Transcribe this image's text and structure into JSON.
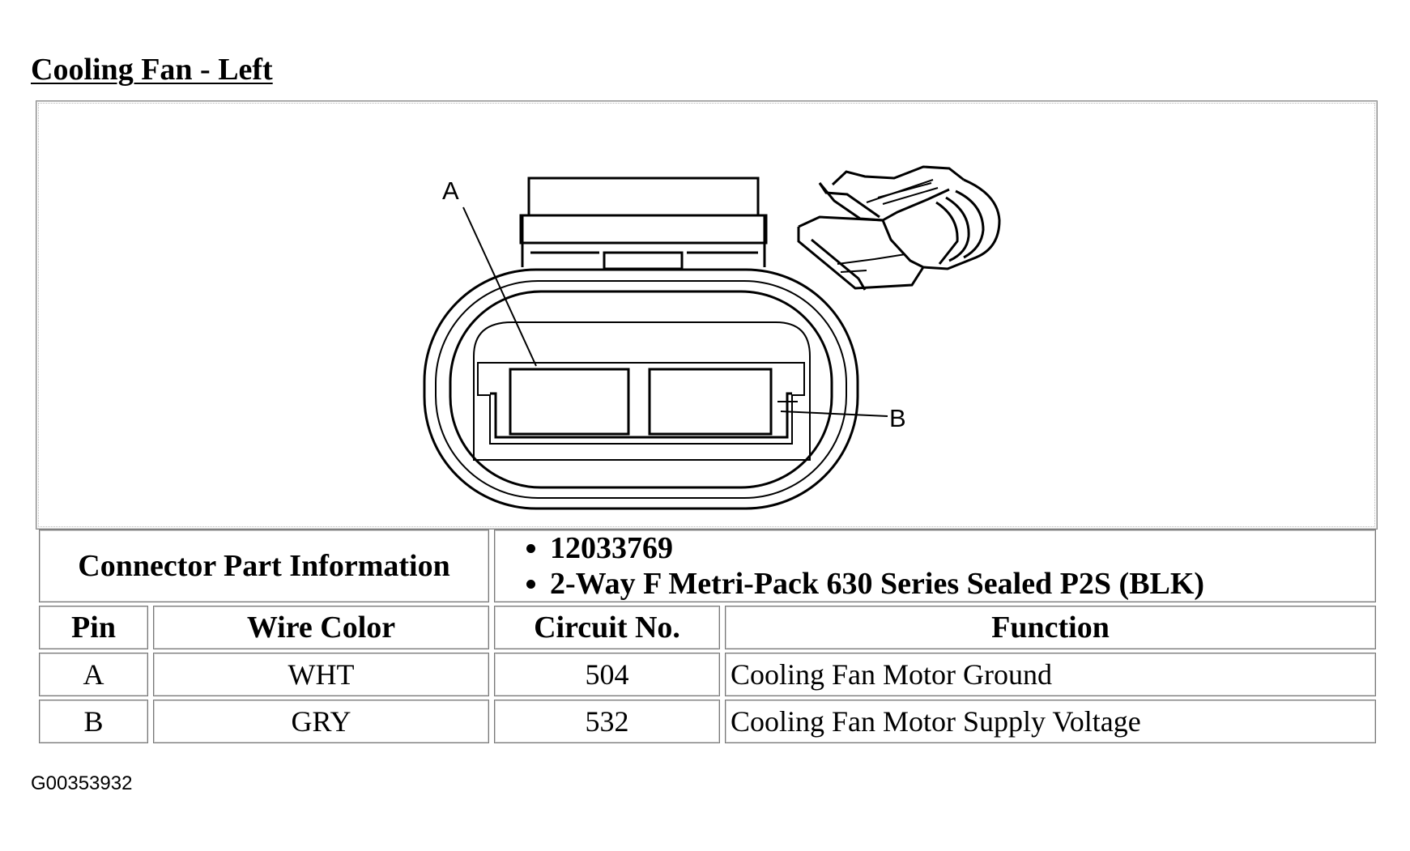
{
  "title": "Cooling Fan - Left",
  "diagram": {
    "callout_a": "A",
    "callout_b": "B"
  },
  "connector_info": {
    "label": "Connector Part Information",
    "items": [
      "12033769",
      "2-Way F Metri-Pack 630 Series Sealed P2S (BLK)"
    ]
  },
  "pin_table": {
    "headers": [
      "Pin",
      "Wire Color",
      "Circuit No.",
      "Function"
    ],
    "rows": [
      [
        "A",
        "WHT",
        "504",
        "Cooling Fan Motor Ground"
      ],
      [
        "B",
        "GRY",
        "532",
        "Cooling Fan Motor Supply Voltage"
      ]
    ]
  },
  "figure_id": "G00353932"
}
